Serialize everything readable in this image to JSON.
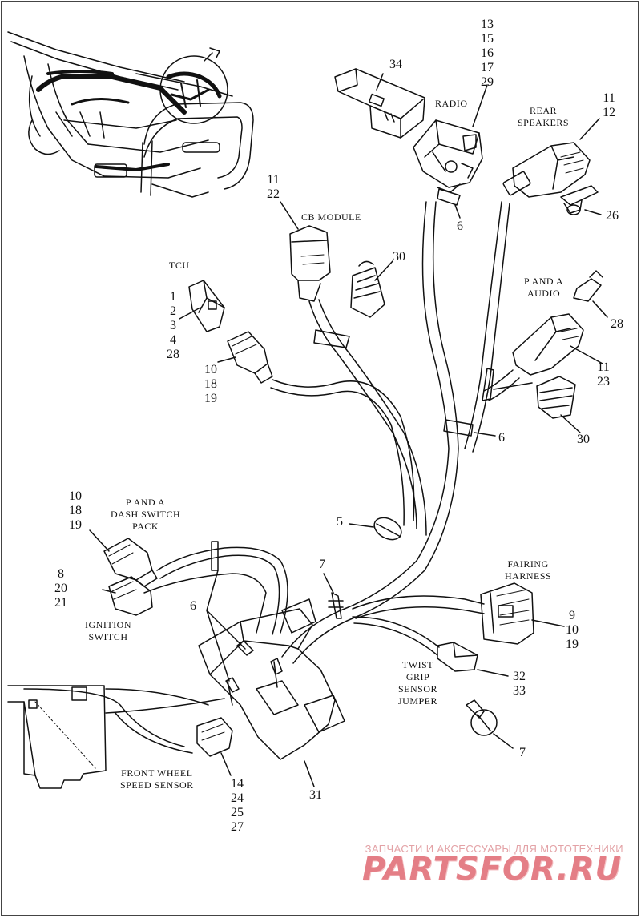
{
  "labels": {
    "radio_refs": [
      "13",
      "15",
      "16",
      "17",
      "29"
    ],
    "radio_name": "RADIO",
    "bracket_ref": "34",
    "rear_speakers_refs": [
      "11",
      "12"
    ],
    "rear_speakers_name": [
      "REAR",
      "SPEAKERS"
    ],
    "cb_module_refs": [
      "11",
      "22"
    ],
    "cb_module_name": "CB MODULE",
    "tcu_name": "TCU",
    "tcu_refs": [
      "1",
      "2",
      "3",
      "4",
      "28"
    ],
    "conn_tcu_refs": [
      "10",
      "18",
      "19"
    ],
    "boot_ref_upper": "30",
    "boot_ref_lower": "30",
    "clip_radio_ref": "6",
    "clip_mid_ref": "6",
    "clip_group_ref": "6",
    "speaker_fuse_ref": "26",
    "p_and_a_audio_name": [
      "P AND A",
      "AUDIO"
    ],
    "p_and_a_audio_ref": "28",
    "right_conn_refs": [
      "11",
      "23"
    ],
    "strap_ref": "5",
    "dash_switch_refs": [
      "10",
      "18",
      "19"
    ],
    "dash_switch_name": [
      "P AND A",
      "DASH SWITCH",
      "PACK"
    ],
    "ignition_refs": [
      "8",
      "20",
      "21"
    ],
    "ignition_name": [
      "IGNITION",
      "SWITCH"
    ],
    "push_clip_ref": "7",
    "loose_clip_ref": "7",
    "fairing_name": [
      "FAIRING",
      "HARNESS"
    ],
    "fairing_refs": [
      "9",
      "10",
      "19"
    ],
    "twist_grip_name": [
      "TWIST",
      "GRIP",
      "SENSOR",
      "JUMPER"
    ],
    "twist_grip_refs": [
      "32",
      "33"
    ],
    "wheel_sensor_name": [
      "FRONT WHEEL",
      "SPEED SENSOR"
    ],
    "wheel_sensor_refs": [
      "14",
      "24",
      "25",
      "27"
    ],
    "bracket_lower_ref": "31"
  },
  "watermark": {
    "tagline": "ЗАПЧАСТИ И АКСЕССУАРЫ ДЛЯ МОТОТЕХНИКИ",
    "logo": "PARTSFOR.RU"
  },
  "colors": {
    "line": "#111111",
    "fill": "#ffffff",
    "watermark": "#e47e86"
  }
}
